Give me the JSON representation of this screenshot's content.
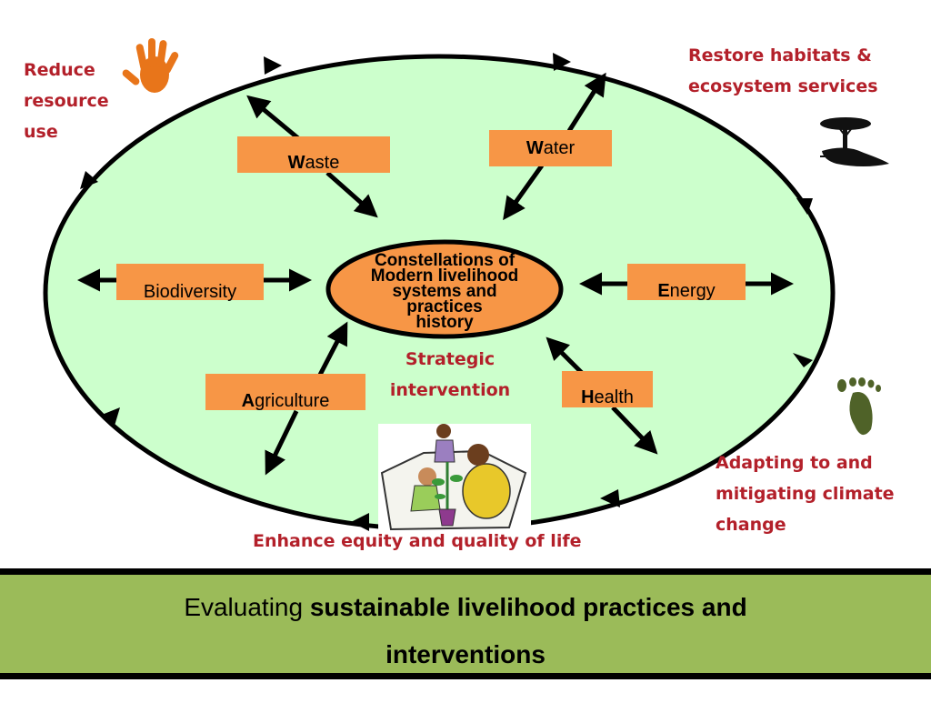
{
  "colors": {
    "ellipse_fill": "#CCFFCC",
    "label_fill": "#F79646",
    "center_fill": "#F79646",
    "red_text": "#B3202A",
    "banner_fill": "#9BBB59"
  },
  "center": {
    "line1": "Constellations of",
    "line2": "Modern livelihood",
    "line3": "systems and",
    "line4": "practices",
    "line5": "history"
  },
  "nodes": {
    "waste": {
      "initial": "W",
      "rest": "aste"
    },
    "water": {
      "initial": "W",
      "rest": "ater"
    },
    "biodiversity": {
      "text": "Biodiversity"
    },
    "energy": {
      "initial": "E",
      "rest": "nergy"
    },
    "agriculture": {
      "initial": "A",
      "rest": "griculture"
    },
    "health": {
      "initial": "H",
      "rest": "ealth"
    }
  },
  "outer_labels": {
    "reduce": [
      "Reduce",
      "resource",
      "use"
    ],
    "restore": [
      "Restore habitats &",
      "ecosystem services"
    ],
    "adapting": [
      "Adapting to and",
      "mitigating climate",
      "change"
    ],
    "equity": "Enhance equity and quality of life",
    "strategic": [
      "Strategic",
      "intervention"
    ]
  },
  "icons": [
    "hand-icon",
    "tree-icon",
    "footprint-icon",
    "community-garden-illustration"
  ],
  "banner": {
    "prefix": "Evaluating ",
    "bold": "sustainable livelihood practices and",
    "line2": "interventions"
  }
}
